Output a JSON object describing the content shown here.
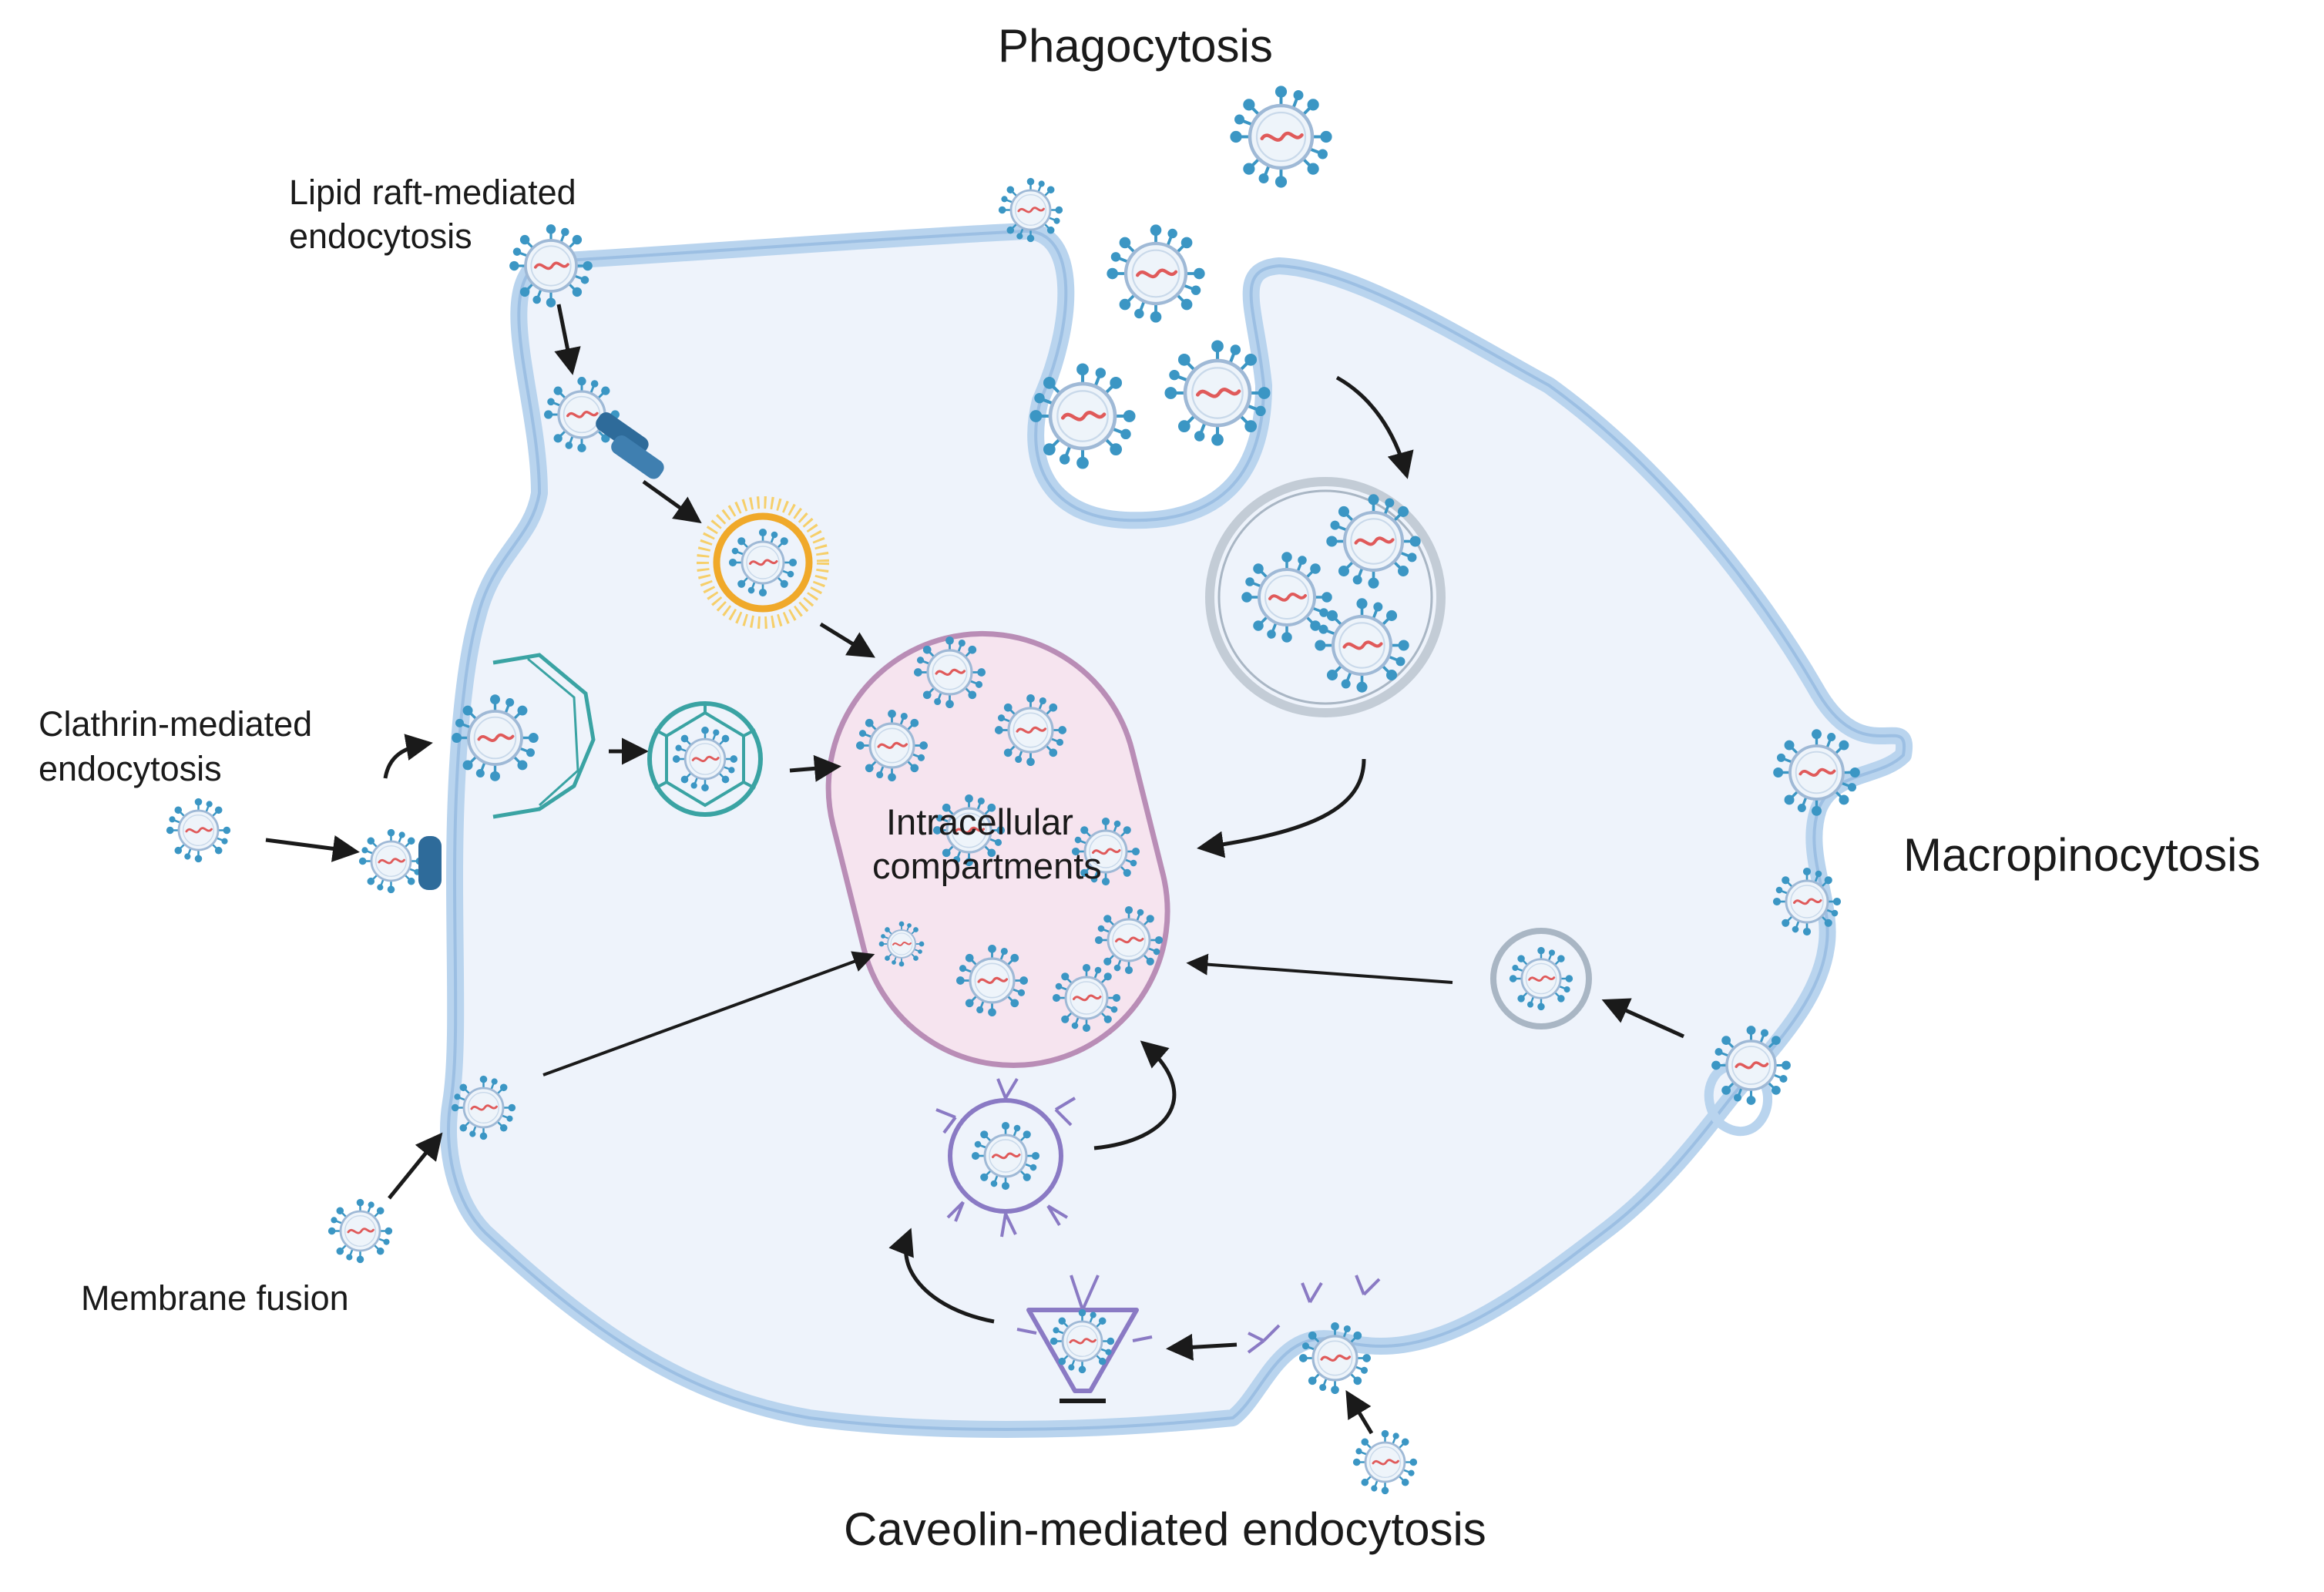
{
  "labels": {
    "phagocytosis": "Phagocytosis",
    "lipid_raft_line1": "Lipid raft-mediated",
    "lipid_raft_line2": "endocytosis",
    "clathrin_line1": "Clathrin-mediated",
    "clathrin_line2": "endocytosis",
    "macropinocytosis": "Macropinocytosis",
    "membrane_fusion": "Membrane fusion",
    "caveolin": "Caveolin-mediated endocytosis",
    "compartment_line1": "Intracellular",
    "compartment_line2": "compartments"
  },
  "colors": {
    "membrane": "#b9d4ee",
    "membrane_edge": "#9cbfe3",
    "cytoplasm": "#eef3fb",
    "compartment_fill": "#f6e4ef",
    "compartment_edge": "#b98db6",
    "virus_spike": "#3b96c4",
    "virus_body": "#eef4fa",
    "rna": "#e05a5a",
    "clathrin": "#3aa3a3",
    "receptor": "#2e6b9a",
    "raft_coat": "#f0a92a",
    "caveolin": "#8a7ac4",
    "arrow": "#1a1a1a"
  }
}
